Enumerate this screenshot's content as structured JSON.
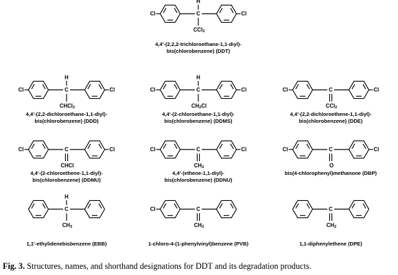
{
  "compounds": [
    {
      "id": "DDT",
      "name_line1": "4,4'-(2,2,2-trichloroethane-1,1-diyl)-",
      "name_line2": "bis(chlorobenzene) (DDT)",
      "center": "C",
      "sp3": true,
      "left": "Cl",
      "right": "Cl",
      "h": "H",
      "sub": "CCl3"
    },
    {
      "id": "DDD",
      "name_line1": "4,4'-(2,2-dichloroethane-1,1-diyl)-",
      "name_line2": "bis(chlorobenzene) (DDD)",
      "center": "C",
      "sp3": true,
      "left": "Cl",
      "right": "Cl",
      "h": "H",
      "sub": "CHCl2"
    },
    {
      "id": "DDMS",
      "name_line1": "4,4'-(2-chloroethane-1,1-diyl)-",
      "name_line2": "bis(chlorobenzene) (DDMS)",
      "center": "C",
      "sp3": true,
      "left": "Cl",
      "right": "Cl",
      "h": "H",
      "sub": "CH2Cl"
    },
    {
      "id": "DDE",
      "name_line1": "4,4'-(2,2-dichloroethene-1,1-diyl)-",
      "name_line2": "bis(chlorobenzene) (DDE)",
      "center": "C",
      "sp3": false,
      "left": "Cl",
      "right": "Cl",
      "h": "",
      "sub": "CCl2"
    },
    {
      "id": "DDMU",
      "name_line1": "4,4'-(2-chloroethene-1,1-diyl)-",
      "name_line2": "bis(chlorobenzene) (DDMU)",
      "center": "C",
      "sp3": false,
      "left": "Cl",
      "right": "Cl",
      "h": "",
      "sub": "CHCl"
    },
    {
      "id": "DDNU",
      "name_line1": "4,4'-(ethene-1,1-diyl)-",
      "name_line2": "bis(chlorobenzene) (DDNU)",
      "center": "C",
      "sp3": false,
      "left": "Cl",
      "right": "Cl",
      "h": "",
      "sub": "CH2"
    },
    {
      "id": "DBP",
      "name_line1": "bis(4-chlorophenyl)methanone (DBP)",
      "name_line2": "",
      "center": "C",
      "sp3": false,
      "left": "Cl",
      "right": "Cl",
      "h": "",
      "sub": "O"
    },
    {
      "id": "EBB",
      "name_line1": "1,1'-ethylidenebisbenzene (EBB)",
      "name_line2": "",
      "center": "C",
      "sp3": true,
      "left": "",
      "right": "",
      "h": "H",
      "sub": "CH3"
    },
    {
      "id": "PVB",
      "name_line1": "1-chloro-4-(1-phenylvinyl)benzene (PVB)",
      "name_line2": "",
      "center": "C",
      "sp3": false,
      "left": "Cl",
      "right": "",
      "h": "",
      "sub": "CH2"
    },
    {
      "id": "DPE",
      "name_line1": "1,1-diphenylethene (DPE)",
      "name_line2": "",
      "center": "C",
      "sp3": false,
      "left": "",
      "right": "",
      "h": "",
      "sub": "CH2"
    }
  ],
  "caption": {
    "label": "Fig. 3.",
    "text": " Structures, names, and shorthand designations for DDT and its degradation products."
  }
}
